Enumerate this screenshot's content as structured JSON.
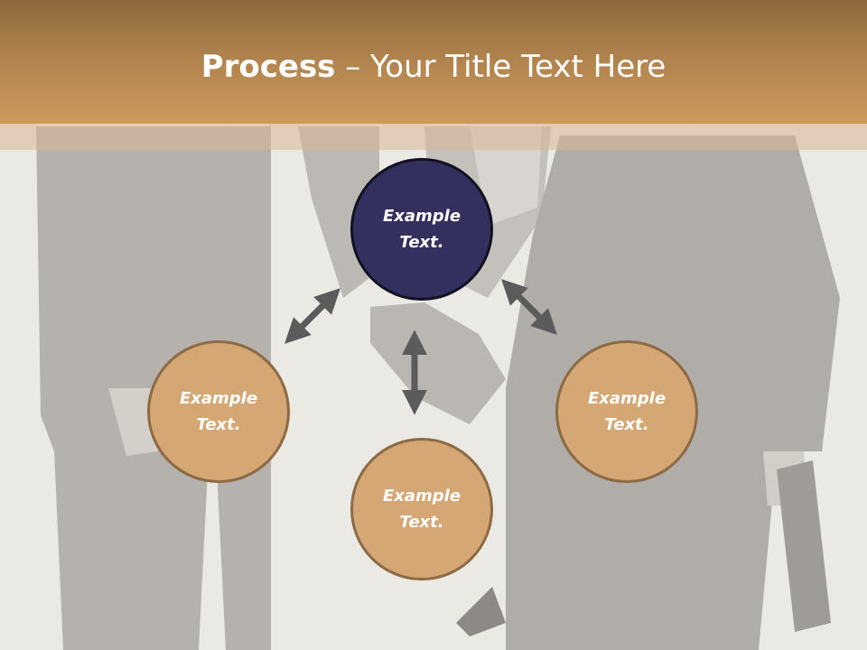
{
  "title": {
    "bold": "Process",
    "rest": " – Your Title Text Here"
  },
  "circles": {
    "top": "Example Text.",
    "left": "Example Text.",
    "right": "Example Text.",
    "bottom": "Example Text."
  },
  "colors": {
    "title_bar": "#b2844e",
    "primary_circle": "#33305f",
    "secondary_circle": "#d4a774",
    "arrow": "#5b5b5b"
  },
  "icons": {
    "arrows": [
      "double-arrow-icon",
      "double-arrow-icon",
      "double-arrow-icon"
    ]
  }
}
